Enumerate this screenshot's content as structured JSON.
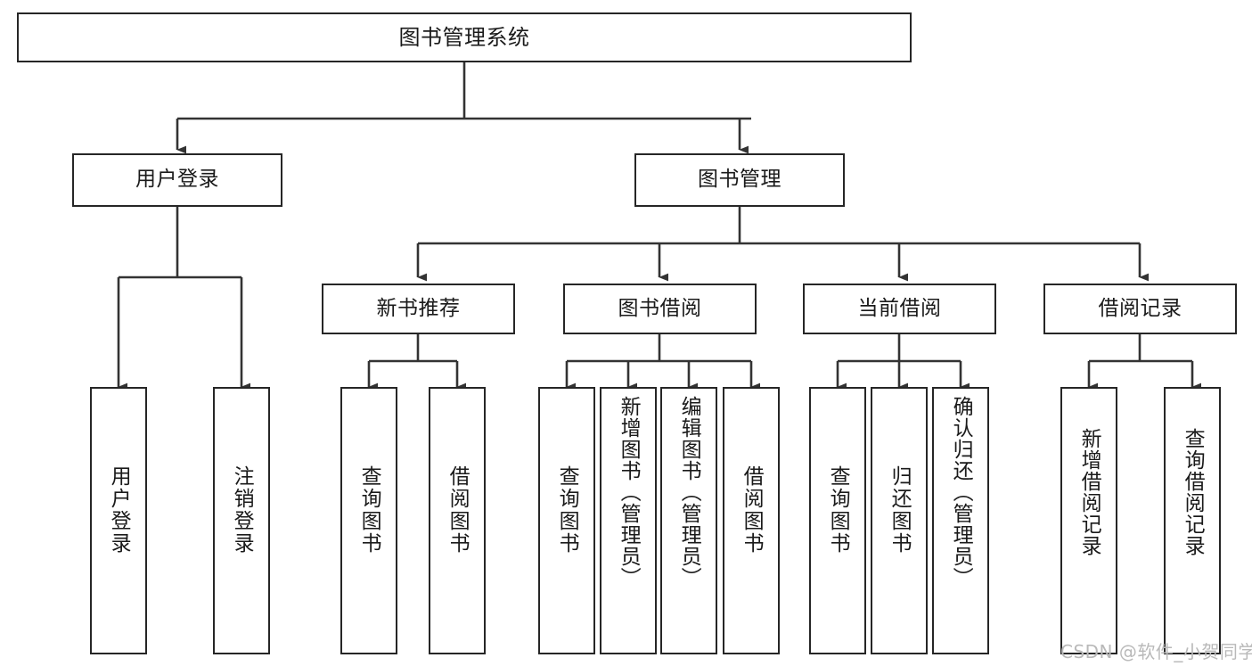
{
  "diagram": {
    "type": "tree-hierarchy",
    "title": "图书管理系统",
    "orientation": "top-down",
    "edge_style": "orthogonal-with-arrowheads",
    "colors": {
      "node_border": "#262626",
      "node_fill": "#ffffff",
      "edge": "#333333",
      "text": "#1a1a1a",
      "background": "#ffffff",
      "watermark": "#b9b9b9"
    }
  },
  "nodes": {
    "root": {
      "label": "图书管理系统"
    },
    "level1": [
      {
        "id": "user-login",
        "label": "用户登录"
      },
      {
        "id": "book-manage",
        "label": "图书管理"
      }
    ],
    "level2": [
      {
        "id": "new-book-recommend",
        "label": "新书推荐"
      },
      {
        "id": "book-borrow",
        "label": "图书借阅"
      },
      {
        "id": "current-borrow",
        "label": "当前借阅"
      },
      {
        "id": "borrow-record",
        "label": "借阅记录"
      }
    ],
    "leaves": [
      {
        "id": "leaf-user-login",
        "label": "用户登录",
        "parent": "user-login"
      },
      {
        "id": "leaf-logout",
        "label": "注销登录",
        "parent": "user-login"
      },
      {
        "id": "leaf-query-book-1",
        "label": "查询图书",
        "parent": "new-book-recommend"
      },
      {
        "id": "leaf-borrow-book-1",
        "label": "借阅图书",
        "parent": "new-book-recommend"
      },
      {
        "id": "leaf-query-book-2",
        "label": "查询图书",
        "parent": "book-borrow"
      },
      {
        "id": "leaf-add-book",
        "label": "新增图书（管理员）",
        "parent": "book-borrow"
      },
      {
        "id": "leaf-edit-book",
        "label": "编辑图书（管理员）",
        "parent": "book-borrow"
      },
      {
        "id": "leaf-borrow-book-2",
        "label": "借阅图书",
        "parent": "book-borrow"
      },
      {
        "id": "leaf-query-book-3",
        "label": "查询图书",
        "parent": "current-borrow"
      },
      {
        "id": "leaf-return-book",
        "label": "归还图书",
        "parent": "current-borrow"
      },
      {
        "id": "leaf-confirm-return",
        "label": "确认归还（管理员）",
        "parent": "current-borrow"
      },
      {
        "id": "leaf-add-record",
        "label": "新增借阅记录",
        "parent": "borrow-record"
      },
      {
        "id": "leaf-query-record",
        "label": "查询借阅记录",
        "parent": "borrow-record"
      }
    ]
  },
  "watermark": {
    "text": "CSDN @软件_小贺同学"
  }
}
